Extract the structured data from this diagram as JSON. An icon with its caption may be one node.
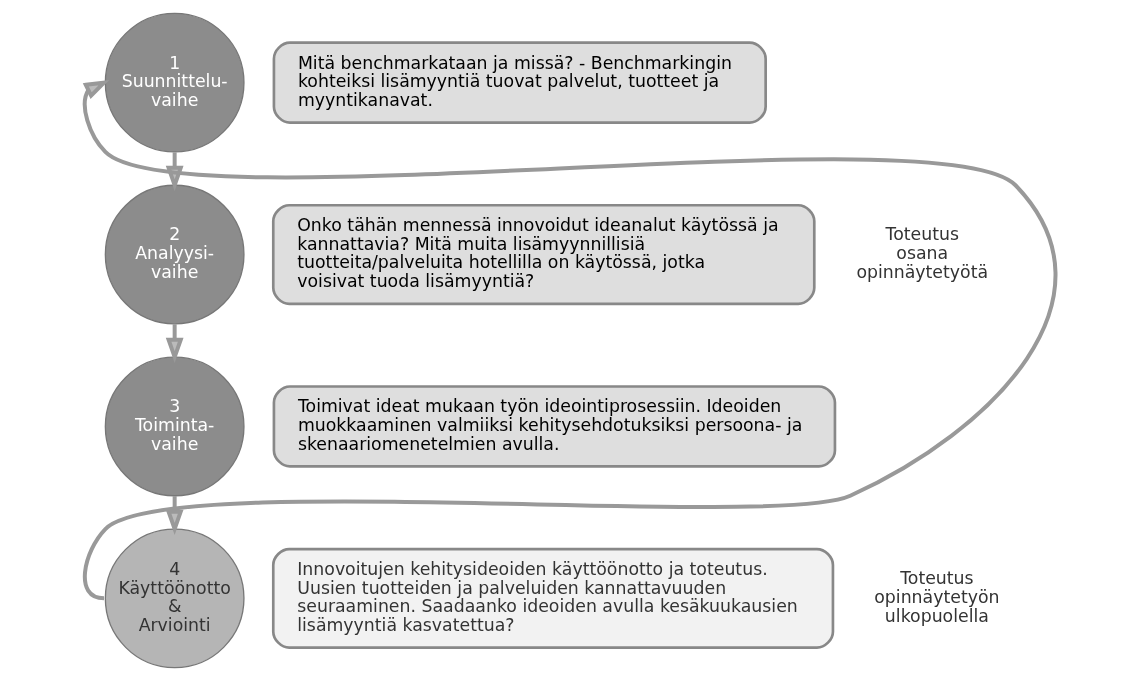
{
  "diagram": {
    "nodes": [
      {
        "text": [
          "1",
          "Suunnittelu-vaihe"
        ]
      },
      {
        "text": [
          "Mitä benchmarkataan ja missä? - Benchmarkingin kohteiksi lisämyyntiä tuovat palvelut, tuotteet ja myyntikanavat."
        ]
      },
      {
        "text": [
          "2",
          "Analyysi-vaihe"
        ]
      },
      {
        "text": [
          "Onko tähän mennessä innovoidut ideanalut käytössä ja kannattavia? Mitä muita lisämyynnillisiä tuotteita/palveluita hotellilla on käytössä, jotka voisivat tuoda lisämyyntiä?"
        ]
      },
      {
        "text": [
          "3",
          "Toiminta-vaihe"
        ]
      },
      {
        "text": [
          "Toimivat ideat mukaan työn ideointiprosessiin. Ideoiden muokkaaminen valmiiksi kehitysehdotuksiksi persoona- ja skenaariomenetelmien avulla."
        ]
      },
      {
        "text": [
          "4",
          "Käyttöönotto & Arviointi"
        ]
      },
      {
        "text": [
          "Innovoitujen kehitysideoiden käyttöönotto ja toteutus. Uusien tuotteiden ja palveluiden kannattavuuden seuraaminen. Saadaanko ideoiden avulla kesäkuukausien lisämyyntiä kasvatettua?"
        ]
      }
    ],
    "edges": [
      {
        "from": 0,
        "to": 2,
        "arrow": "to"
      },
      {
        "from": 2,
        "to": 4,
        "arrow": "to"
      },
      {
        "from": 4,
        "to": 6,
        "arrow": "to"
      },
      {
        "from": 6,
        "to": 0,
        "arrow": "to"
      }
    ],
    "labels": [
      "Toteutus osana opinnäytetyötä",
      "Toteutus opinnäytetyön ulkopuolella"
    ]
  }
}
